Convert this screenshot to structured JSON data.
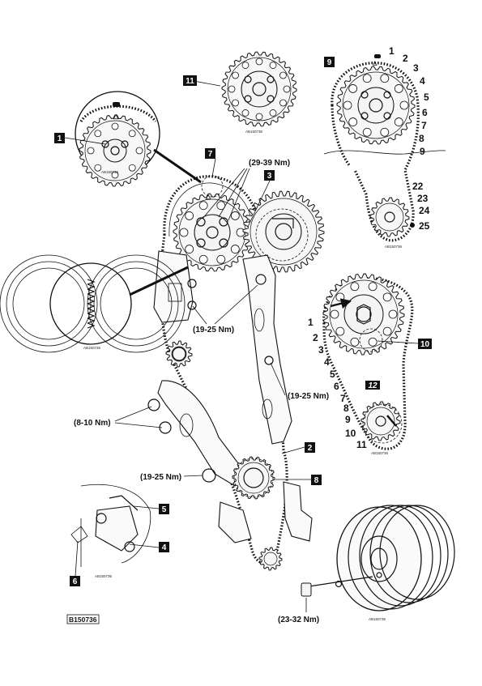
{
  "figure_code": "B150736",
  "detail_code": "AB150736",
  "torques": {
    "cam_bolts": "(29-39 Nm)",
    "tensioner_bolts": "(19-25 Nm)",
    "right_guide": "(19-25 Nm)",
    "left_guide": "(8-10 Nm)",
    "lower_bolt": "(19-25 Nm)",
    "pulley_bolt": "(23-32 Nm)"
  },
  "callouts": [
    "1",
    "2",
    "3",
    "4",
    "5",
    "6",
    "7",
    "8",
    "9",
    "10",
    "11",
    "12"
  ],
  "upper_right_counts": [
    "1",
    "2",
    "3",
    "4",
    "5",
    "6",
    "7",
    "8",
    "9",
    "22",
    "23",
    "24",
    "25"
  ],
  "lower_right_counts": [
    "1",
    "2",
    "3",
    "4",
    "5",
    "6",
    "7",
    "8",
    "9",
    "10",
    "11"
  ]
}
